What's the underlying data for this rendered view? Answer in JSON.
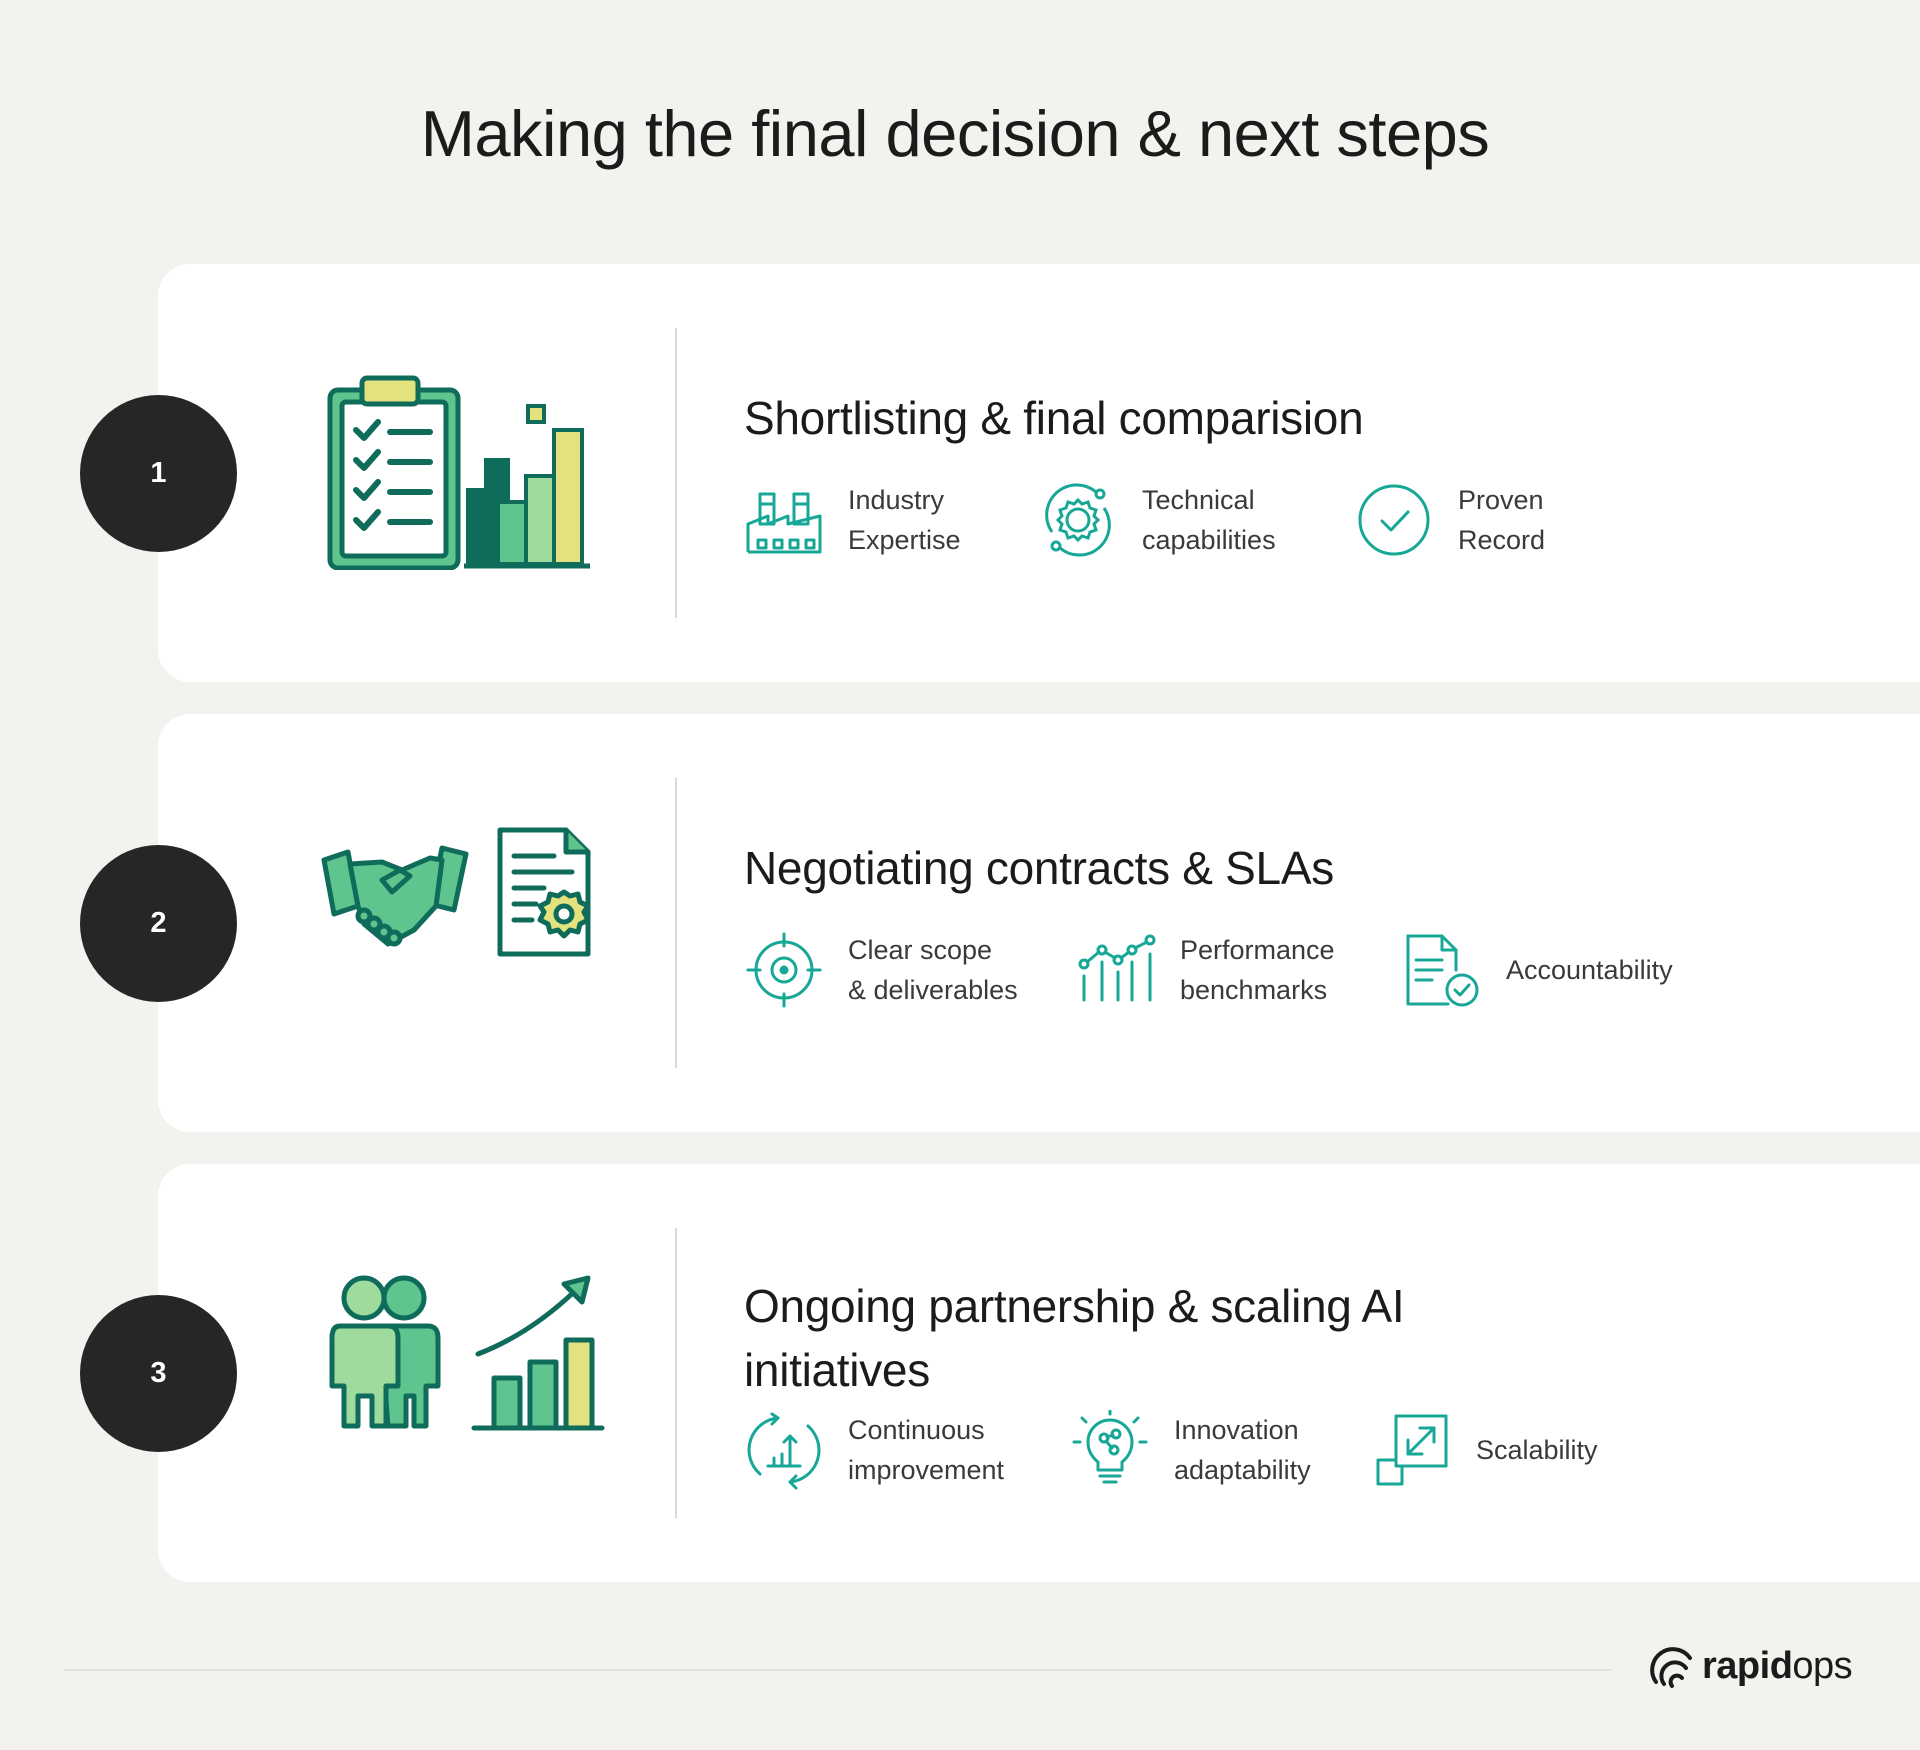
{
  "title": "Making the final decision & next steps",
  "colors": {
    "background": "#f3f2ee",
    "card": "#ffffff",
    "circle": "#262626",
    "teal": "#17a797",
    "dark_green": "#0f6b5a",
    "mid_green": "#5fc48d",
    "light_green": "#9fdb9c",
    "yellow": "#e3e27f"
  },
  "steps": [
    {
      "number": "1",
      "title": "Shortlisting & final comparision",
      "illustration": "clipboard-checklist-and-bar-chart",
      "features": [
        {
          "icon": "factory-icon",
          "label": "Industry\nExpertise"
        },
        {
          "icon": "gear-cycle-icon",
          "label": "Technical\ncapabilities"
        },
        {
          "icon": "check-circle-icon",
          "label": "Proven\nRecord"
        }
      ]
    },
    {
      "number": "2",
      "title": "Negotiating contracts & SLAs",
      "illustration": "handshake-and-document-gear",
      "features": [
        {
          "icon": "target-icon",
          "label": "Clear scope\n& deliverables"
        },
        {
          "icon": "performance-graph-icon",
          "label": "Performance\nbenchmarks"
        },
        {
          "icon": "document-check-icon",
          "label": "Accountability"
        }
      ]
    },
    {
      "number": "3",
      "title": "Ongoing partnership & scaling AI\ninitiatives",
      "illustration": "people-and-growth-chart",
      "features": [
        {
          "icon": "continuous-improvement-icon",
          "label": "Continuous\nimprovement"
        },
        {
          "icon": "lightbulb-icon",
          "label": "Innovation\nadaptability"
        },
        {
          "icon": "scale-expand-icon",
          "label": "Scalability"
        }
      ]
    }
  ],
  "footer": {
    "logo_bold": "rapid",
    "logo_light": "ops"
  }
}
